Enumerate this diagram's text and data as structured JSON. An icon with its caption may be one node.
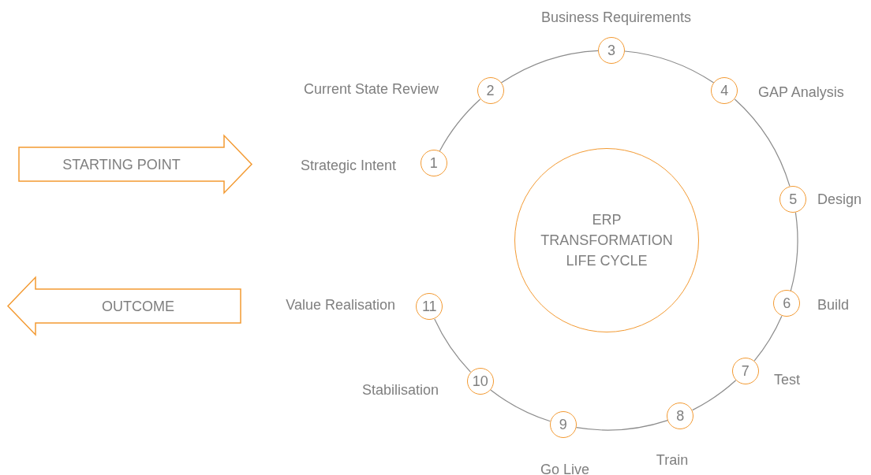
{
  "diagram": {
    "nodes": [
      {
        "text": [
          "STARTING POINT"
        ]
      },
      {
        "text": [
          "OUTCOME"
        ]
      },
      {
        "text": [
          "ERP TRANSFORMATION LIFE CYCLE"
        ]
      },
      {
        "text": [
          "1"
        ],
        "beside": [
          "Strategic Intent"
        ]
      },
      {
        "text": [
          "2"
        ],
        "beside": [
          "Current State Review"
        ]
      },
      {
        "text": [
          "3"
        ],
        "beside": [
          "Business Requirements"
        ]
      },
      {
        "text": [
          "4"
        ],
        "beside": [
          "GAP Analysis"
        ]
      },
      {
        "text": [
          "5"
        ],
        "beside": [
          "Design"
        ]
      },
      {
        "text": [
          "6"
        ],
        "beside": [
          "Build"
        ]
      },
      {
        "text": [
          "7"
        ],
        "beside": [
          "Test"
        ]
      },
      {
        "text": [
          "8"
        ],
        "beside": [
          "Train"
        ]
      },
      {
        "text": [
          "9"
        ],
        "beside": [
          "Go Live"
        ]
      },
      {
        "text": [
          "10"
        ],
        "beside": [
          "Stabilisation"
        ]
      },
      {
        "text": [
          "11"
        ],
        "beside": [
          "Value Realisation"
        ]
      }
    ],
    "edges": [
      {
        "from": 3,
        "to": 4,
        "arrow": "none"
      },
      {
        "from": 4,
        "to": 5,
        "arrow": "none"
      },
      {
        "from": 5,
        "to": 6,
        "arrow": "none"
      },
      {
        "from": 6,
        "to": 7,
        "arrow": "none"
      },
      {
        "from": 7,
        "to": 8,
        "arrow": "none"
      },
      {
        "from": 8,
        "to": 9,
        "arrow": "none"
      },
      {
        "from": 9,
        "to": 10,
        "arrow": "none"
      },
      {
        "from": 10,
        "to": 11,
        "arrow": "none"
      },
      {
        "from": 11,
        "to": 12,
        "arrow": "none"
      },
      {
        "from": 12,
        "to": 13,
        "arrow": "none"
      }
    ]
  }
}
